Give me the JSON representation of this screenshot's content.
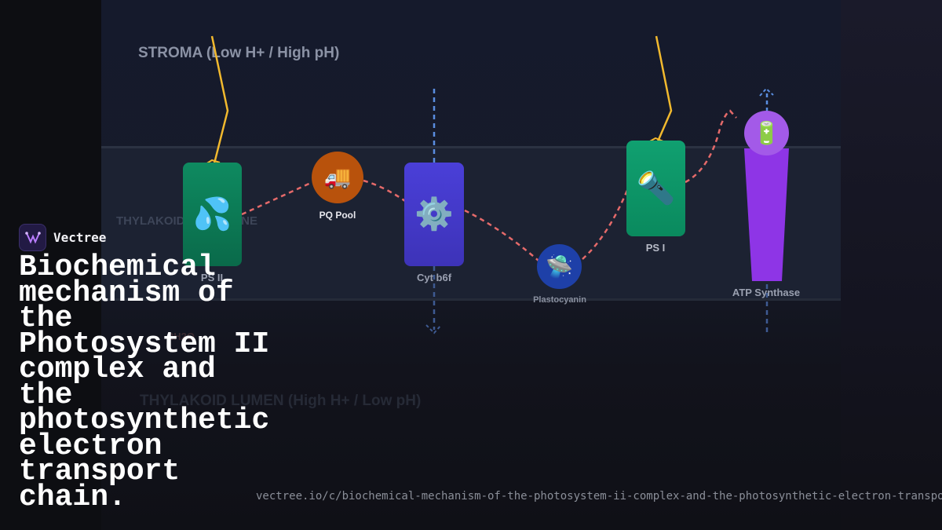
{
  "diagram": {
    "regions": {
      "stroma": "STROMA (Low H+ / High pH)",
      "membrane": "THYLAKOID MEMBRANE",
      "lumen": "THYLAKOID LUMEN (High H+ / Low pH)",
      "h2o": "2H2O"
    },
    "complexes": {
      "psii": {
        "label": "PS II",
        "icon": "water-drop-icon",
        "glyph": "💦",
        "color": "#0e8a60"
      },
      "pq_pool": {
        "label": "PQ Pool",
        "icon": "delivery-truck-icon",
        "glyph": "🚚",
        "color": "#b8520c"
      },
      "cyt_b6f": {
        "label": "Cyt b6f",
        "icon": "gear-icon",
        "glyph": "⚙️",
        "color": "#4a3fd8"
      },
      "plastocyanin": {
        "label": "Plastocyanin",
        "icon": "flying-saucer-icon",
        "glyph": "🛸",
        "color": "#1e40a8"
      },
      "psi": {
        "label": "PS I",
        "icon": "flashlight-icon",
        "glyph": "🔦",
        "color": "#10a070"
      },
      "atp_synthase": {
        "label": "ATP Synthase",
        "icon": "battery-icon",
        "glyph": "🔋",
        "color": "#a35ae8"
      }
    },
    "colors": {
      "light": "#f2b92e",
      "electron_flow": "#e56a6a",
      "proton_flow": "#5a8de0"
    }
  },
  "brand": {
    "name": "Vectree",
    "icon": "vectree-logo-icon"
  },
  "title": "Biochemical mechanism of the Photosystem II complex and the photosynthetic electron transport chain.",
  "url": "vectree.io/c/biochemical-mechanism-of-the-photosystem-ii-complex-and-the-photosynthetic-electron-transport-chain"
}
